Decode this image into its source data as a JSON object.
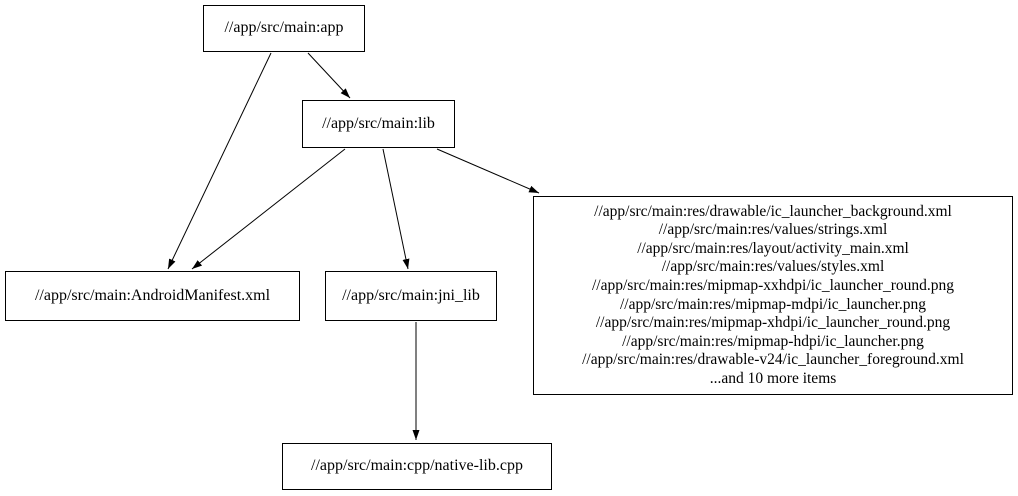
{
  "diagram": {
    "title": "bazel-dependency-graph",
    "colors": {
      "background": "#ffffff",
      "node_fill": "#ffffff",
      "node_border": "#000000",
      "text": "#000000",
      "edge": "#000000"
    },
    "nodes": [
      {
        "id": "app",
        "label": "//app/src/main:app"
      },
      {
        "id": "lib",
        "label": "//app/src/main:lib"
      },
      {
        "id": "manifest",
        "label": "//app/src/main:AndroidManifest.xml"
      },
      {
        "id": "jni_lib",
        "label": "//app/src/main:jni_lib"
      },
      {
        "id": "res_group",
        "lines": [
          "//app/src/main:res/drawable/ic_launcher_background.xml",
          "//app/src/main:res/values/strings.xml",
          "//app/src/main:res/layout/activity_main.xml",
          "//app/src/main:res/values/styles.xml",
          "//app/src/main:res/mipmap-xxhdpi/ic_launcher_round.png",
          "//app/src/main:res/mipmap-mdpi/ic_launcher.png",
          "//app/src/main:res/mipmap-xhdpi/ic_launcher_round.png",
          "//app/src/main:res/mipmap-hdpi/ic_launcher.png",
          "//app/src/main:res/drawable-v24/ic_launcher_foreground.xml",
          "...and 10 more items"
        ]
      },
      {
        "id": "native_lib",
        "label": "//app/src/main:cpp/native-lib.cpp"
      }
    ],
    "edges": [
      {
        "from": "app",
        "to": "lib"
      },
      {
        "from": "app",
        "to": "manifest"
      },
      {
        "from": "lib",
        "to": "manifest"
      },
      {
        "from": "lib",
        "to": "jni_lib"
      },
      {
        "from": "lib",
        "to": "res_group"
      },
      {
        "from": "jni_lib",
        "to": "native_lib"
      }
    ]
  }
}
